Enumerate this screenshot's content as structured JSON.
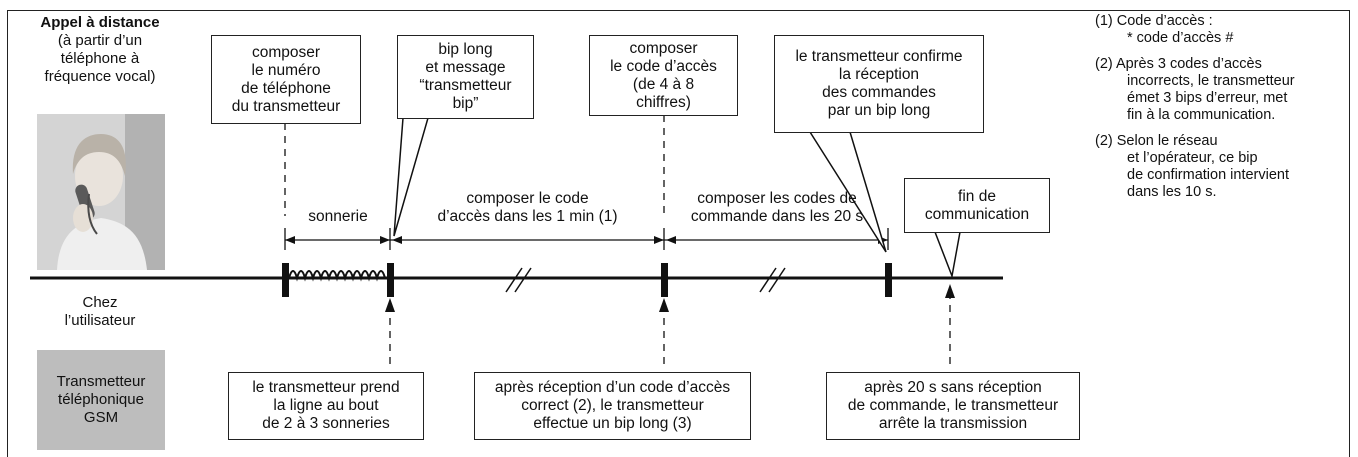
{
  "left_panel": {
    "title": "Appel à distance",
    "subtitle": "(à partir d’un\ntéléphone à\nfréquence vocal)",
    "user_label": "Chez\nl’utilisateur",
    "device_label": "Transmetteur\ntéléphonique\nGSM"
  },
  "top_callouts": {
    "dial_number": "composer\nle numéro\nde téléphone\ndu transmetteur",
    "long_beep": "bip long\net message\n“transmetteur\nbip”",
    "dial_code": "composer\nle code d’accès\n(de 4 à 8\nchiffres)",
    "confirm": "le transmetteur confirme\nla réception\ndes commandes\npar un bip long",
    "end": "fin de\ncommunication"
  },
  "timeline_labels": {
    "ringing": "sonnerie",
    "enter_code": "composer le code\nd’accès dans les 1 min (1)",
    "enter_commands": "composer les codes de\ncommande dans les 20 s"
  },
  "bottom_callouts": {
    "pickup": "le transmetteur prend\nla ligne au bout\nde 2 à 3 sonneries",
    "correct_code": "après réception d’un code d’accès\ncorrect (2), le transmetteur\neffectue un bip long (3)",
    "timeout": "après 20 s sans réception\nde commande, le transmetteur\narrête la transmission"
  },
  "notes": [
    "(1) Code d’accès :\n  *  code d’accès  #",
    "(2) Après 3 codes d’accès\nincorrects, le transmetteur\német 3 bips d’erreur, met\nfin à la communication.",
    "(2) Selon le réseau\net l’opérateur, ce bip\nde confirmation intervient\ndans les 10 s."
  ]
}
